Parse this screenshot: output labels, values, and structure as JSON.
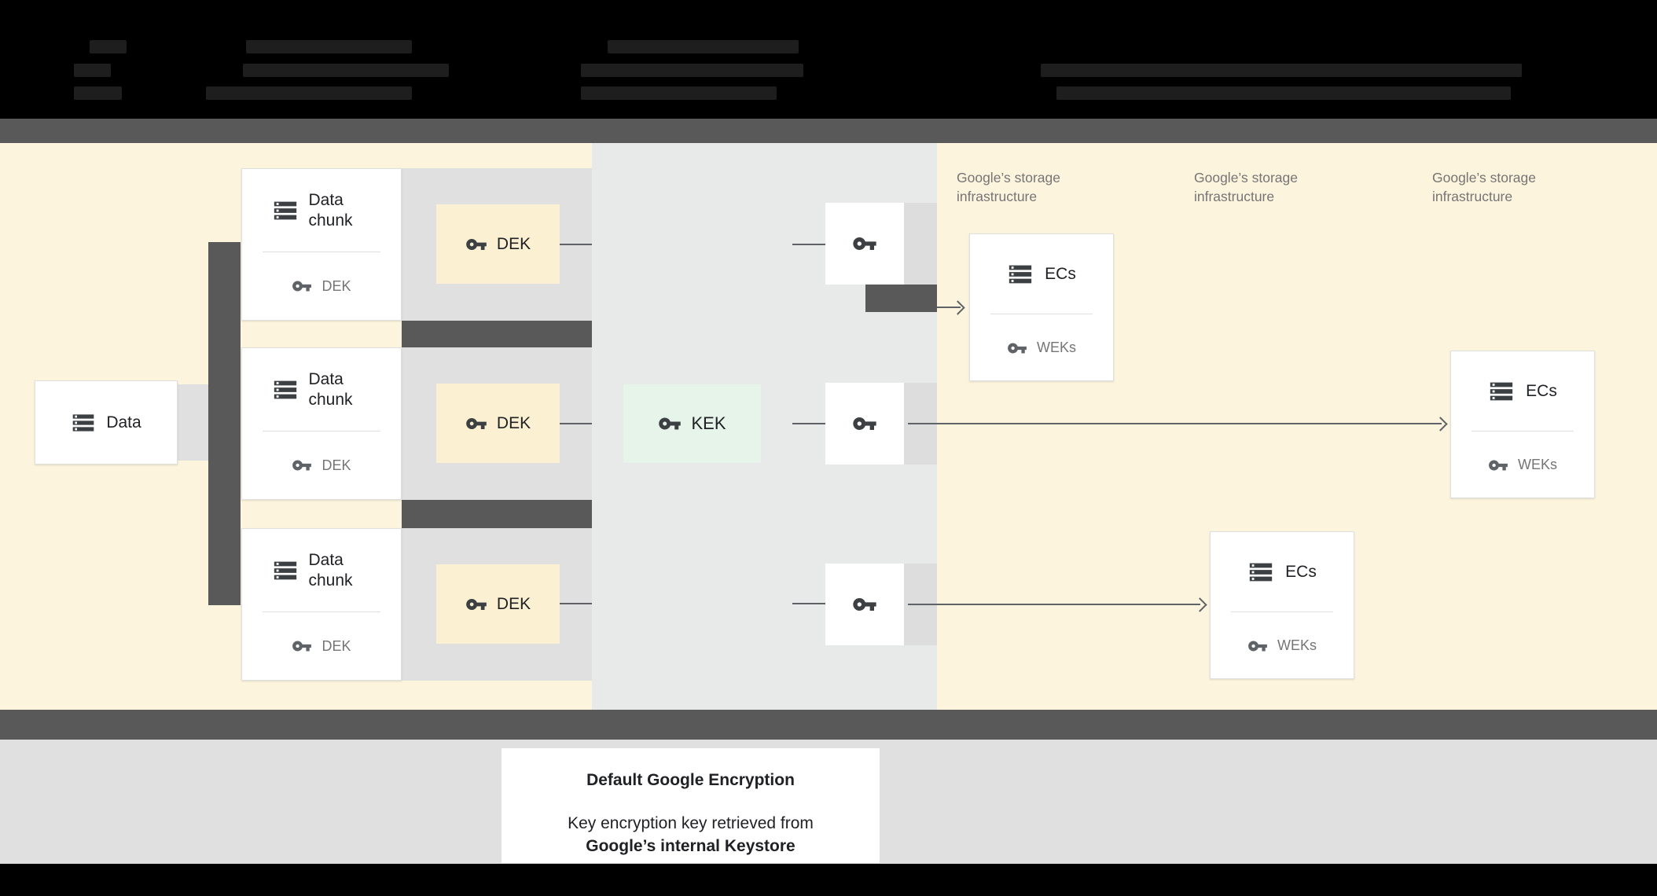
{
  "colors": {
    "cream_background": "#fcf4dd",
    "middle_background": "#e7eae9",
    "dek_box_fill": "#fbf1d2",
    "kek_box_fill": "#e6f4ea",
    "dark_gray_connector": "#595959",
    "light_gray_band": "#e0e0e0",
    "text_primary": "#202124",
    "text_secondary": "#757575"
  },
  "storage_labels": [
    {
      "label": "Google’s storage infrastructure"
    },
    {
      "label": "Google’s storage infrastructure"
    },
    {
      "label": "Google’s storage infrastructure"
    }
  ],
  "data_box": {
    "label": "Data"
  },
  "chunks": [
    {
      "title": "Data chunk",
      "key_label": "DEK"
    },
    {
      "title": "Data chunk",
      "key_label": "DEK"
    },
    {
      "title": "Data chunk",
      "key_label": "DEK"
    }
  ],
  "dek_boxes": [
    {
      "label": "DEK"
    },
    {
      "label": "DEK"
    },
    {
      "label": "DEK"
    }
  ],
  "kek_box": {
    "label": "KEK"
  },
  "ecs_cards": [
    {
      "title": "ECs",
      "key_label": "WEKs"
    },
    {
      "title": "ECs",
      "key_label": "WEKs"
    },
    {
      "title": "ECs",
      "key_label": "WEKs"
    }
  ],
  "caption": {
    "title": "Default Google Encryption",
    "line2": "Key encryption key retrieved from",
    "line3": "Google’s internal Keystore"
  }
}
